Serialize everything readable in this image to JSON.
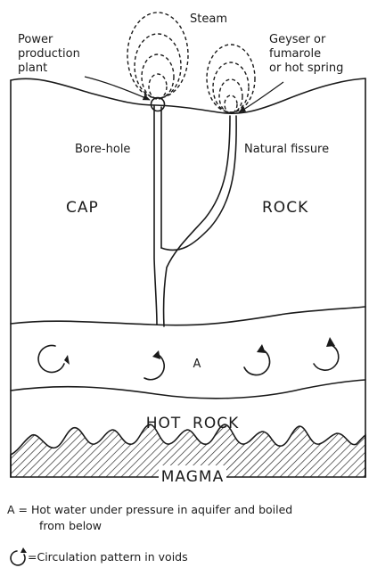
{
  "labels": {
    "steam": "Steam",
    "power_plant": [
      "Power",
      "production",
      "plant"
    ],
    "geyser": [
      "Geyser or",
      "fumarole",
      "or hot spring"
    ],
    "bore_hole": "Bore-hole",
    "natural_fissure": "Natural fissure",
    "cap": "CAP",
    "rock": "ROCK",
    "aquifer_marker": "A",
    "hot_rock": "HOT  ROCK",
    "magma": "MAGMA"
  },
  "legend": {
    "a_line1": "A = Hot water under pressure in aquifer and boiled",
    "a_line2": "from below",
    "circulation": "=Circulation pattern in voids"
  }
}
